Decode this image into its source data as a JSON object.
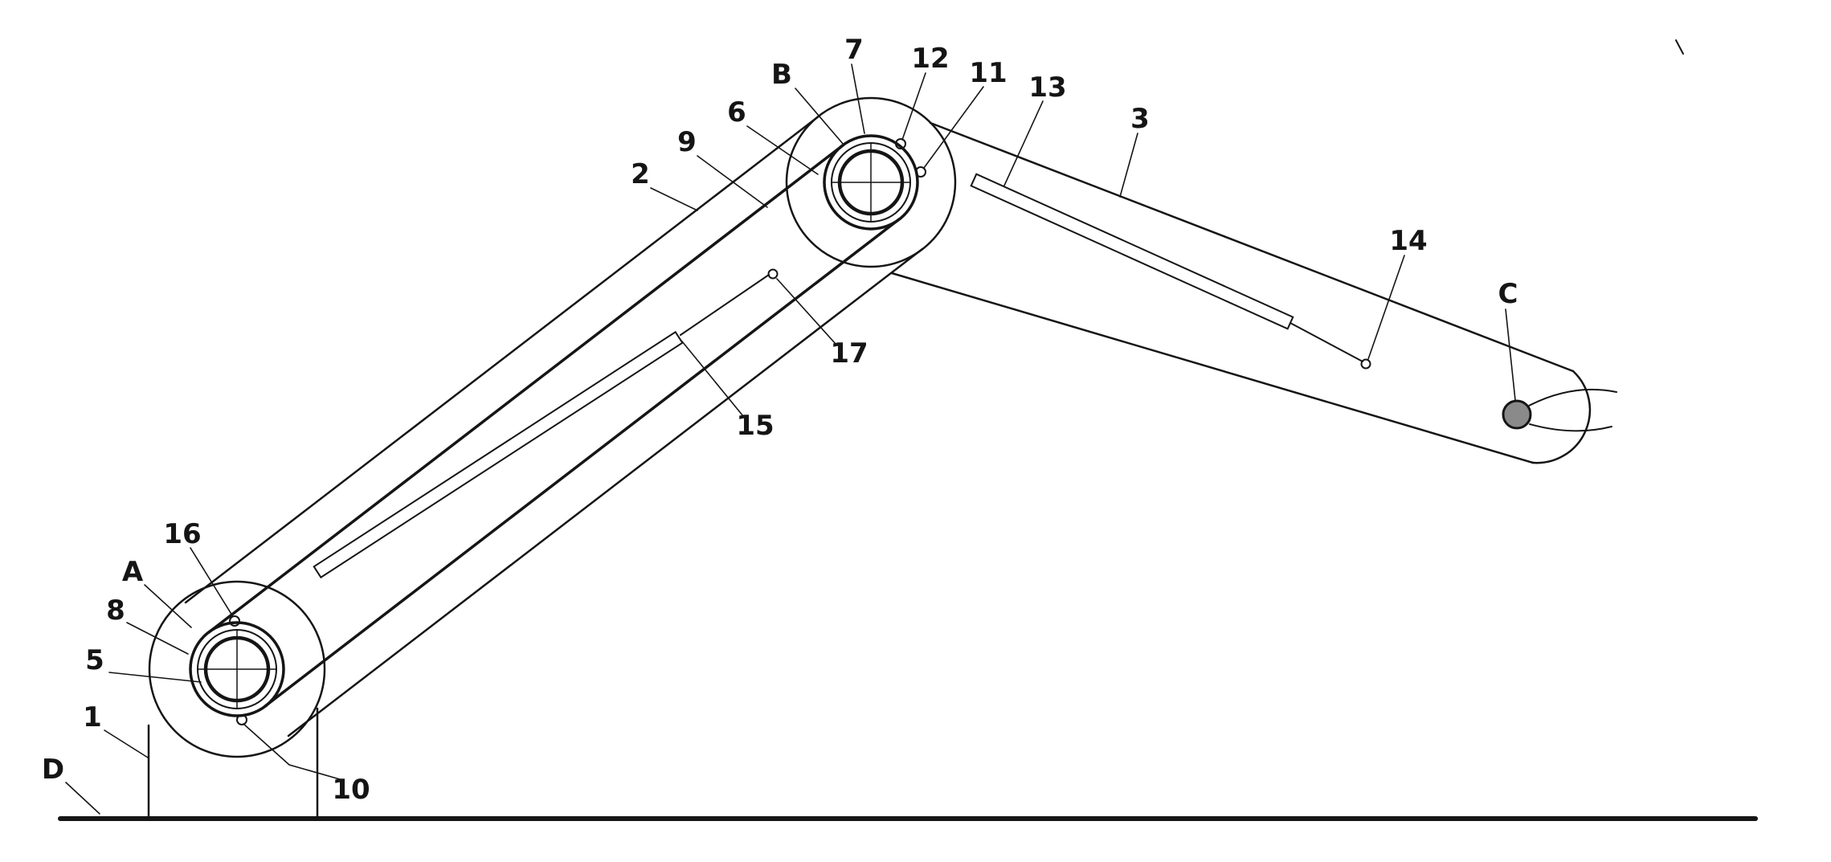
{
  "figure": {
    "kind": "patent-style technical line drawing",
    "subject": "articulated boom linkage with two pivot joints, internal belt drive and linear actuators",
    "background_color": "#ffffff",
    "ink_color": "#151515"
  },
  "labels": {
    "d": "D",
    "a": "A",
    "b": "B",
    "c": "C",
    "p1": "1",
    "p2": "2",
    "p3": "3",
    "p5": "5",
    "p6": "6",
    "p7": "7",
    "p8": "8",
    "p9": "9",
    "p10": "10",
    "p11": "11",
    "p12": "12",
    "p13": "13",
    "p14": "14",
    "p15": "15",
    "p16": "16",
    "p17": "17"
  }
}
